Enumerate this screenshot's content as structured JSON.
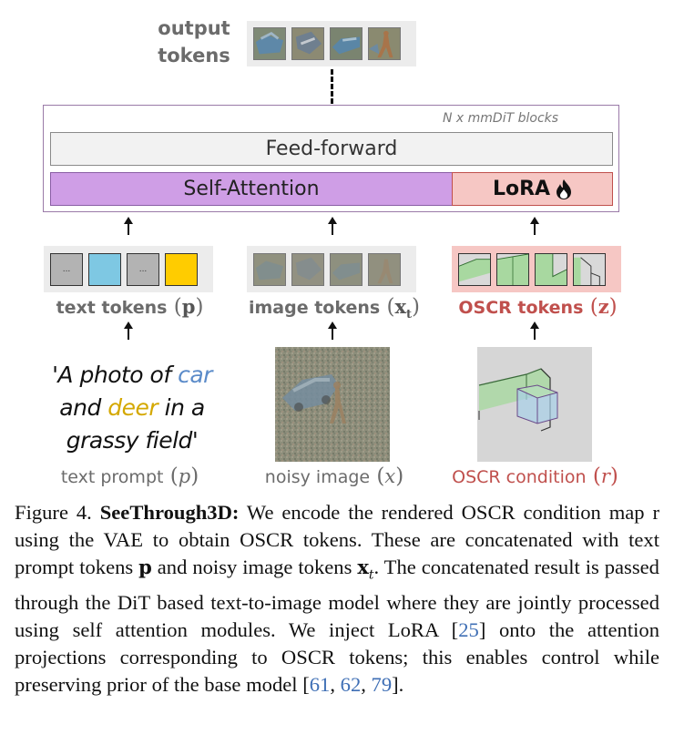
{
  "figure": {
    "output_tokens_label": "output\ntokens",
    "block_label": "N x mmDiT blocks",
    "feed_forward_label": "Feed-forward",
    "self_attention_label": "Self-Attention",
    "lora_label": "LoRA",
    "lora_icon": "fire-icon",
    "text_tokens_label": "text tokens",
    "text_tokens_symbol": "p",
    "image_tokens_label": "image tokens",
    "image_tokens_symbol": "x",
    "image_tokens_subscript": "t",
    "oscr_tokens_label": "OSCR tokens",
    "oscr_tokens_symbol": "z",
    "text_token_dots": "...",
    "prompt": {
      "part1": "'A photo of ",
      "word1": "car",
      "part2": "and ",
      "word2": "deer",
      "part3": " in a",
      "part4": "grassy field'"
    },
    "text_prompt_label": "text prompt",
    "text_prompt_symbol": "p",
    "noisy_image_label": "noisy image",
    "noisy_image_symbol": "x",
    "oscr_condition_label": "OSCR condition",
    "oscr_condition_symbol": "r",
    "colors": {
      "self_attention": "#cf9ee6",
      "lora": "#f6c7c4",
      "oscr_strip": "#f6c7c4",
      "token_blue": "#7ec8e3",
      "token_yellow": "#ffcc00",
      "token_gray": "#b3b3b3",
      "prompt_blue": "#5b8bc9",
      "prompt_yellow": "#d4a800",
      "oscr_red": "#c0504d"
    }
  },
  "caption": {
    "prefix": "Figure 4. ",
    "title": "SeeThrough3D:",
    "text1": " We encode the rendered OSCR condition map r using the VAE to obtain OSCR tokens. These are concatenated with text prompt tokens ",
    "sym_p": "p",
    "text2": " and noisy image tokens ",
    "sym_x": "x",
    "sym_t": "t",
    "text3": ". The concatenated result is passed through the DiT based text-to-image model where they are jointly processed using self attention modules. We inject LoRA [",
    "cite25": "25",
    "text4": "] onto the attention projections corresponding to OSCR tokens; this enables control while preserving prior of the base model [",
    "cite61": "61",
    "sep1": ", ",
    "cite62": "62",
    "sep2": ", ",
    "cite79": "79",
    "text5": "]."
  }
}
